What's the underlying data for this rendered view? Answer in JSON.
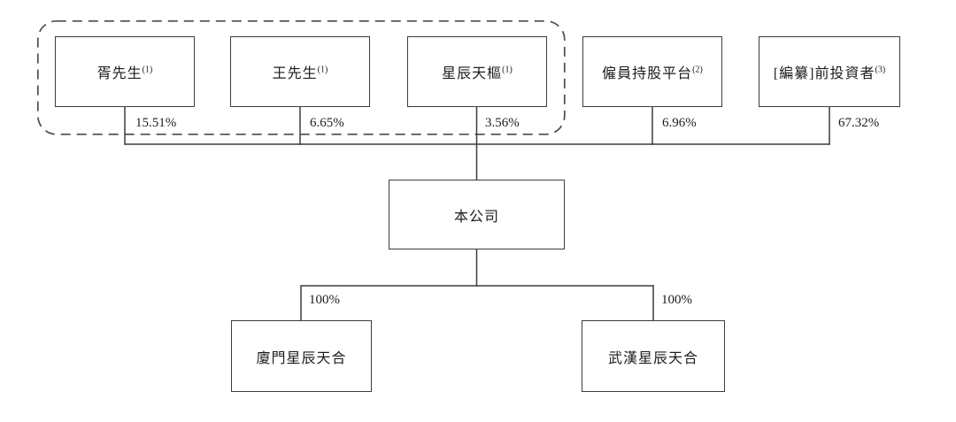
{
  "diagram": {
    "title_hint": "shareholding-structure",
    "colors": {
      "background": "#ffffff",
      "line": "#3c3c3c",
      "dashed_outline": "#4a4a4a",
      "text": "#1d1d1d"
    },
    "shareholders": [
      {
        "name": "胥先生",
        "note": "(1)",
        "percent": "15.51%"
      },
      {
        "name": "王先生",
        "note": "(1)",
        "percent": "6.65%"
      },
      {
        "name": "星辰天樞",
        "note": "(1)",
        "percent": "3.56%"
      },
      {
        "name": "僱員持股平台",
        "note": "(2)",
        "percent": "6.96%"
      },
      {
        "name": "[編纂]前投資者",
        "note": "(3)",
        "percent": "67.32%"
      }
    ],
    "company": {
      "name": "本公司"
    },
    "subsidiaries": [
      {
        "name": "廈門星辰天合",
        "percent": "100%"
      },
      {
        "name": "武漢星辰天合",
        "percent": "100%"
      }
    ]
  }
}
